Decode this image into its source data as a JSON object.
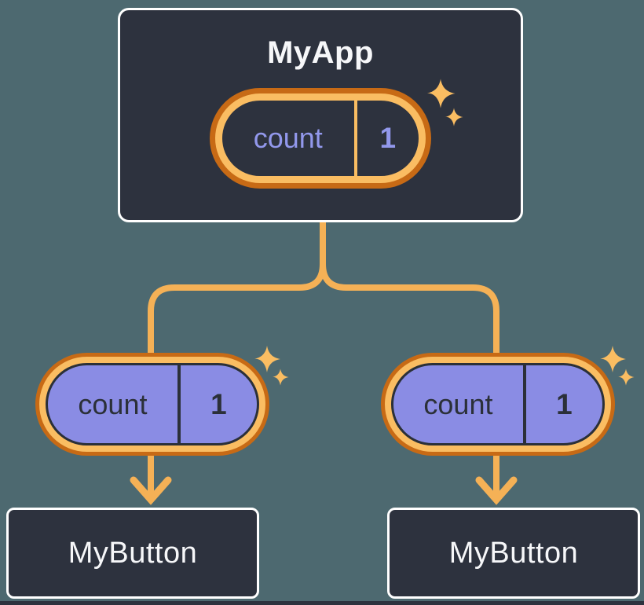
{
  "diagram": {
    "type": "component-tree",
    "parent": {
      "title": "MyApp",
      "state": {
        "name": "count",
        "value": "1"
      }
    },
    "children": [
      {
        "title": "MyButton",
        "state": {
          "name": "count",
          "value": "1"
        }
      },
      {
        "title": "MyButton",
        "state": {
          "name": "count",
          "value": "1"
        }
      }
    ],
    "icons": {
      "sparkle": "sparkle-icon"
    },
    "colors": {
      "background": "#4D6970",
      "node_fill": "#2D323E",
      "node_border": "#FFFFFF",
      "node_text": "#F6F7F9",
      "pill_ring_outer": "#C76A15",
      "pill_ring_inner": "#FABD62",
      "pill_core_parent": "#2D323E",
      "pill_core_child": "#8A8CE4",
      "state_text_parent": "#9298EC",
      "state_text_child": "#2B3038",
      "connector": "#F5B156",
      "sparkle": "#FABD62"
    }
  }
}
